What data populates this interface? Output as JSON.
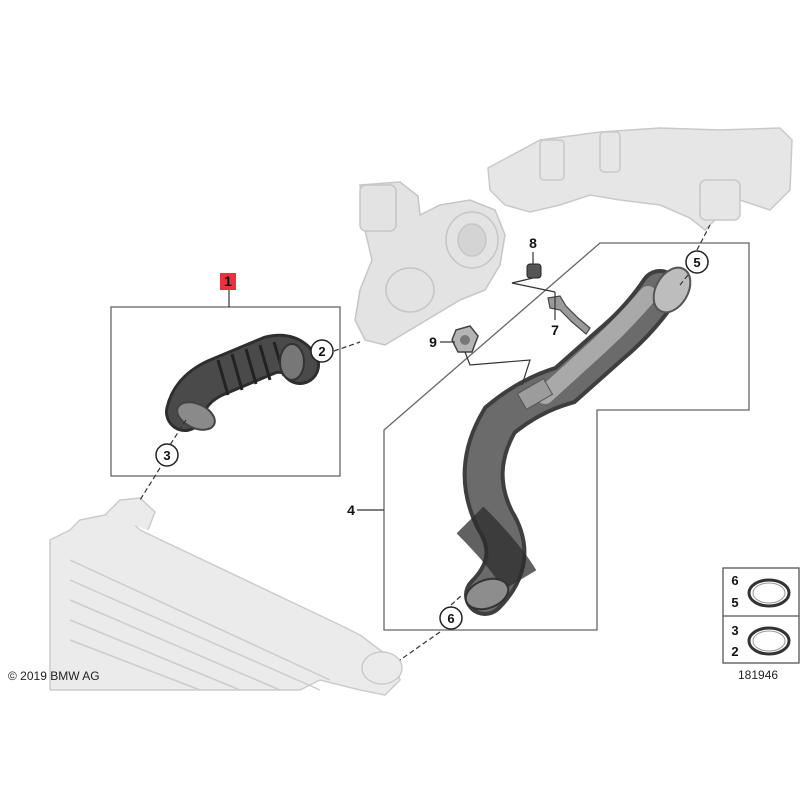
{
  "copyright": "© 2019 BMW AG",
  "diagram_number": "181946",
  "callouts": {
    "c1": "1",
    "c2": "2",
    "c3": "3",
    "c4": "4",
    "c5": "5",
    "c6": "6",
    "c7": "7",
    "c8": "8",
    "c9": "9"
  },
  "legend": {
    "top_a": "6",
    "top_b": "5",
    "bottom_a": "3",
    "bottom_b": "2"
  },
  "colors": {
    "highlight": "#e8333c",
    "ghost_parts": "#d9d9d9",
    "hose": "#5a5a5a",
    "line": "#555555"
  }
}
